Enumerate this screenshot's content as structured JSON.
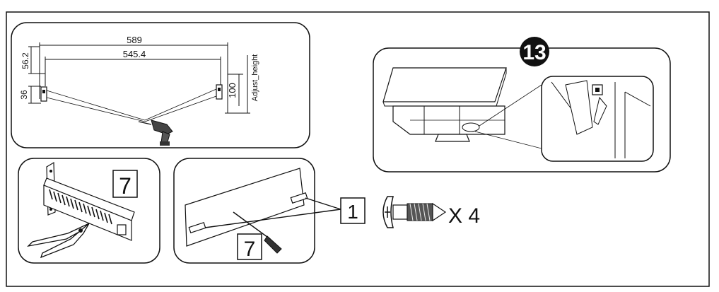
{
  "dimensions": {
    "outer_width": "589",
    "inner_width": "545.4",
    "top_offset": "56.2",
    "bracket_height": "36",
    "drop": "100",
    "adjust_label": "Adjust_height"
  },
  "steps": {
    "bracket_step": "7",
    "mount_step": "7",
    "screw_step": "1",
    "final_step": "13"
  },
  "parts": {
    "screw_quantity": "X 4"
  },
  "icons": {
    "drill": "drill-icon",
    "pliers": "pliers-icon",
    "screwdriver": "screwdriver-icon",
    "screw": "screw-icon"
  }
}
